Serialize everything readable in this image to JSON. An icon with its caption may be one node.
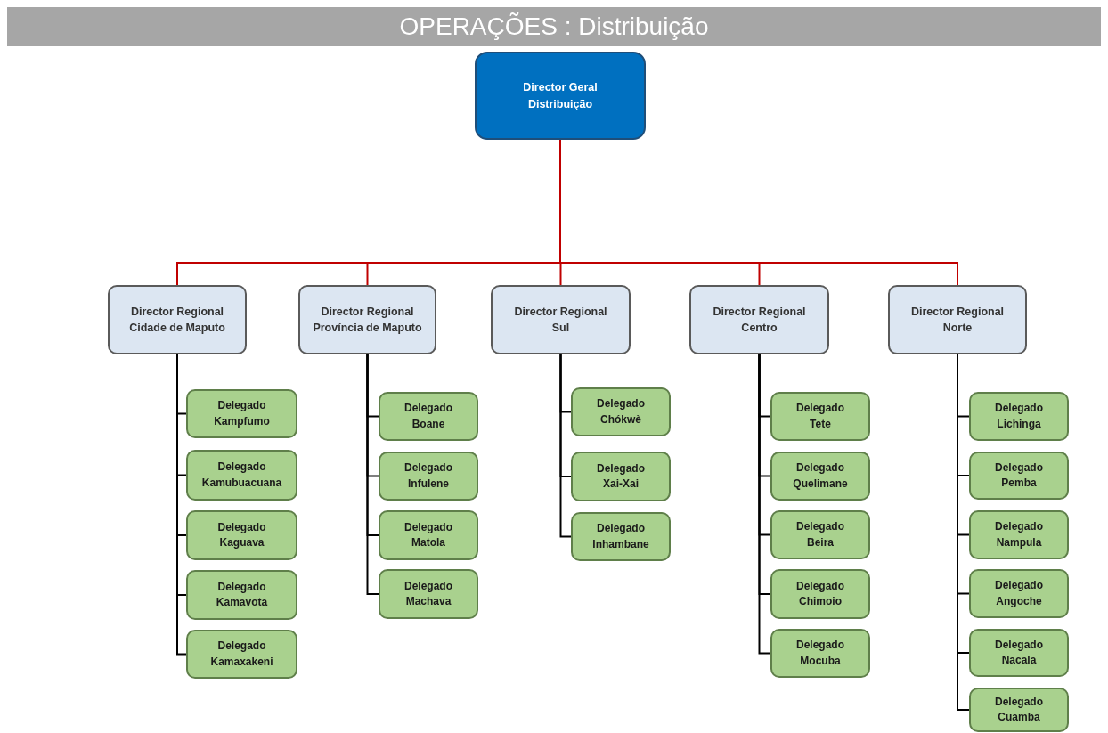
{
  "diagram": {
    "title": "OPERAÇÕES : Distribuição",
    "nodes": [
      {
        "text": [
          "Director Geral Distribuição"
        ]
      },
      {
        "text": [
          "Director Regional Cidade de Maputo"
        ]
      },
      {
        "text": [
          "Director Regional Província de Maputo"
        ]
      },
      {
        "text": [
          "Director Regional Sul"
        ]
      },
      {
        "text": [
          "Director Regional Centro"
        ]
      },
      {
        "text": [
          "Director Regional Norte"
        ]
      },
      {
        "text": [
          "Delegado Kampfumo"
        ]
      },
      {
        "text": [
          "Delegado Kamubuacuana"
        ]
      },
      {
        "text": [
          "Delegado Kaguava"
        ]
      },
      {
        "text": [
          "Delegado Kamavota"
        ]
      },
      {
        "text": [
          "Delegado Kamaxakeni"
        ]
      },
      {
        "text": [
          "Delegado Boane"
        ]
      },
      {
        "text": [
          "Delegado Infulene"
        ]
      },
      {
        "text": [
          "Delegado Matola"
        ]
      },
      {
        "text": [
          "Delegado Machava"
        ]
      },
      {
        "text": [
          "Delegado Chókwè"
        ]
      },
      {
        "text": [
          "Delegado Xai-Xai"
        ]
      },
      {
        "text": [
          "Delegado Inhambane"
        ]
      },
      {
        "text": [
          "Delegado Tete"
        ]
      },
      {
        "text": [
          "Delegado Quelimane"
        ]
      },
      {
        "text": [
          "Delegado Beira"
        ]
      },
      {
        "text": [
          "Delegado Chimoio"
        ]
      },
      {
        "text": [
          "Delegado Mocuba"
        ]
      },
      {
        "text": [
          "Delegado Lichinga"
        ]
      },
      {
        "text": [
          "Delegado Pemba"
        ]
      },
      {
        "text": [
          "Delegado Nampula"
        ]
      },
      {
        "text": [
          "Delegado Angoche"
        ]
      },
      {
        "text": [
          "Delegado Nacala"
        ]
      },
      {
        "text": [
          "Delegado Cuamba"
        ]
      }
    ],
    "edges": [
      {
        "from": 0,
        "to": 1,
        "arrow": "none",
        "color": "#c00000"
      },
      {
        "from": 0,
        "to": 2,
        "arrow": "none",
        "color": "#c00000"
      },
      {
        "from": 0,
        "to": 3,
        "arrow": "none",
        "color": "#c00000"
      },
      {
        "from": 0,
        "to": 4,
        "arrow": "none",
        "color": "#c00000"
      },
      {
        "from": 0,
        "to": 5,
        "arrow": "none",
        "color": "#c00000"
      },
      {
        "from": 1,
        "to": 6,
        "arrow": "none"
      },
      {
        "from": 1,
        "to": 7,
        "arrow": "none"
      },
      {
        "from": 1,
        "to": 8,
        "arrow": "none"
      },
      {
        "from": 1,
        "to": 9,
        "arrow": "none"
      },
      {
        "from": 1,
        "to": 10,
        "arrow": "none"
      },
      {
        "from": 2,
        "to": 11,
        "arrow": "none"
      },
      {
        "from": 2,
        "to": 12,
        "arrow": "none"
      },
      {
        "from": 2,
        "to": 13,
        "arrow": "none"
      },
      {
        "from": 2,
        "to": 14,
        "arrow": "none"
      },
      {
        "from": 3,
        "to": 15,
        "arrow": "none"
      },
      {
        "from": 3,
        "to": 16,
        "arrow": "none"
      },
      {
        "from": 3,
        "to": 17,
        "arrow": "none"
      },
      {
        "from": 4,
        "to": 18,
        "arrow": "none"
      },
      {
        "from": 4,
        "to": 19,
        "arrow": "none"
      },
      {
        "from": 4,
        "to": 20,
        "arrow": "none"
      },
      {
        "from": 4,
        "to": 21,
        "arrow": "none"
      },
      {
        "from": 4,
        "to": 22,
        "arrow": "none"
      },
      {
        "from": 5,
        "to": 23,
        "arrow": "none"
      },
      {
        "from": 5,
        "to": 24,
        "arrow": "none"
      },
      {
        "from": 5,
        "to": 25,
        "arrow": "none"
      },
      {
        "from": 5,
        "to": 26,
        "arrow": "none"
      },
      {
        "from": 5,
        "to": 27,
        "arrow": "none"
      },
      {
        "from": 5,
        "to": 28,
        "arrow": "none"
      }
    ]
  }
}
